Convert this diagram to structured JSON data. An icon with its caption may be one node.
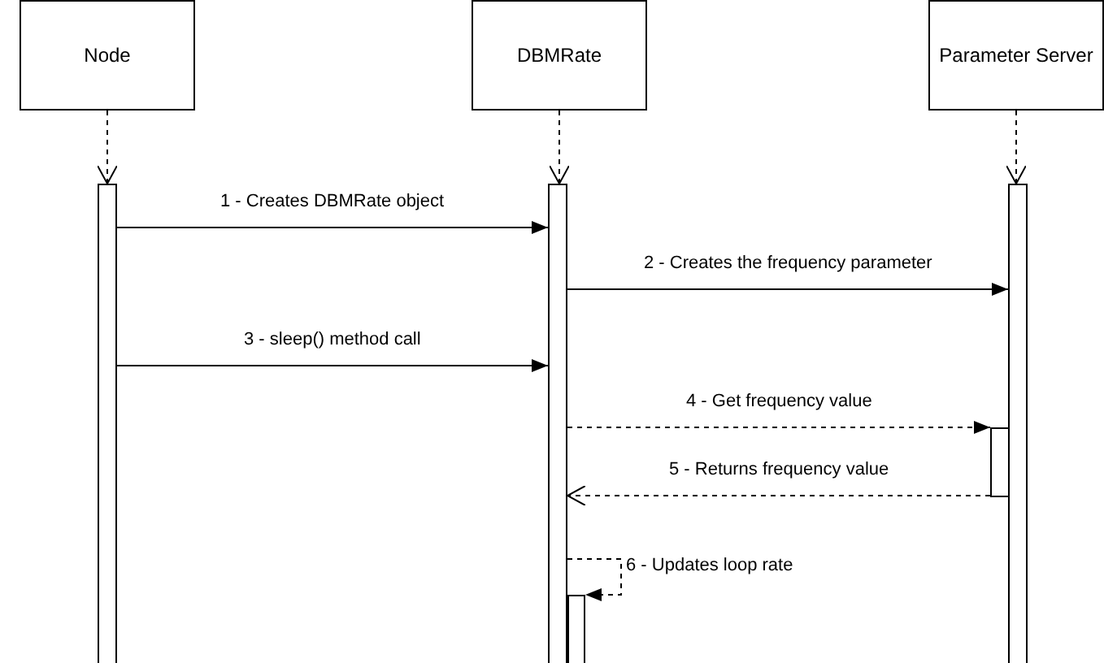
{
  "diagram": {
    "nodes": [
      {
        "text": [
          "Node"
        ]
      },
      {
        "text": [
          "DBMRate"
        ]
      },
      {
        "text": [
          "Parameter Server"
        ]
      },
      {
        "text": [],
        "shape": "bar"
      },
      {
        "text": [],
        "shape": "bar"
      },
      {
        "text": [],
        "shape": "bar"
      },
      {
        "text": [],
        "shape": "bar"
      },
      {
        "text": [],
        "shape": "bar"
      }
    ],
    "edges": [
      {
        "from": 0,
        "to": 3,
        "arrow": "to",
        "style": "dashed"
      },
      {
        "from": 1,
        "to": 4,
        "arrow": "to",
        "style": "dashed"
      },
      {
        "from": 2,
        "to": 5,
        "arrow": "to",
        "style": "dashed"
      },
      {
        "from": 3,
        "to": 4,
        "arrow": "to",
        "label": "1 - Creates DBMRate object"
      },
      {
        "from": 4,
        "to": 5,
        "arrow": "to",
        "label": "2 - Creates the frequency parameter"
      },
      {
        "from": 3,
        "to": 4,
        "arrow": "to",
        "label": "3 - sleep() method call"
      },
      {
        "from": 4,
        "to": 6,
        "arrow": "to",
        "style": "dashed",
        "label": "4 - Get frequency value"
      },
      {
        "from": 6,
        "to": 4,
        "arrow": "to",
        "style": "dashed",
        "label": "5 - Returns frequency value"
      },
      {
        "from": 4,
        "to": 7,
        "arrow": "to",
        "style": "dashed",
        "label": "6 - Updates loop rate"
      }
    ]
  }
}
